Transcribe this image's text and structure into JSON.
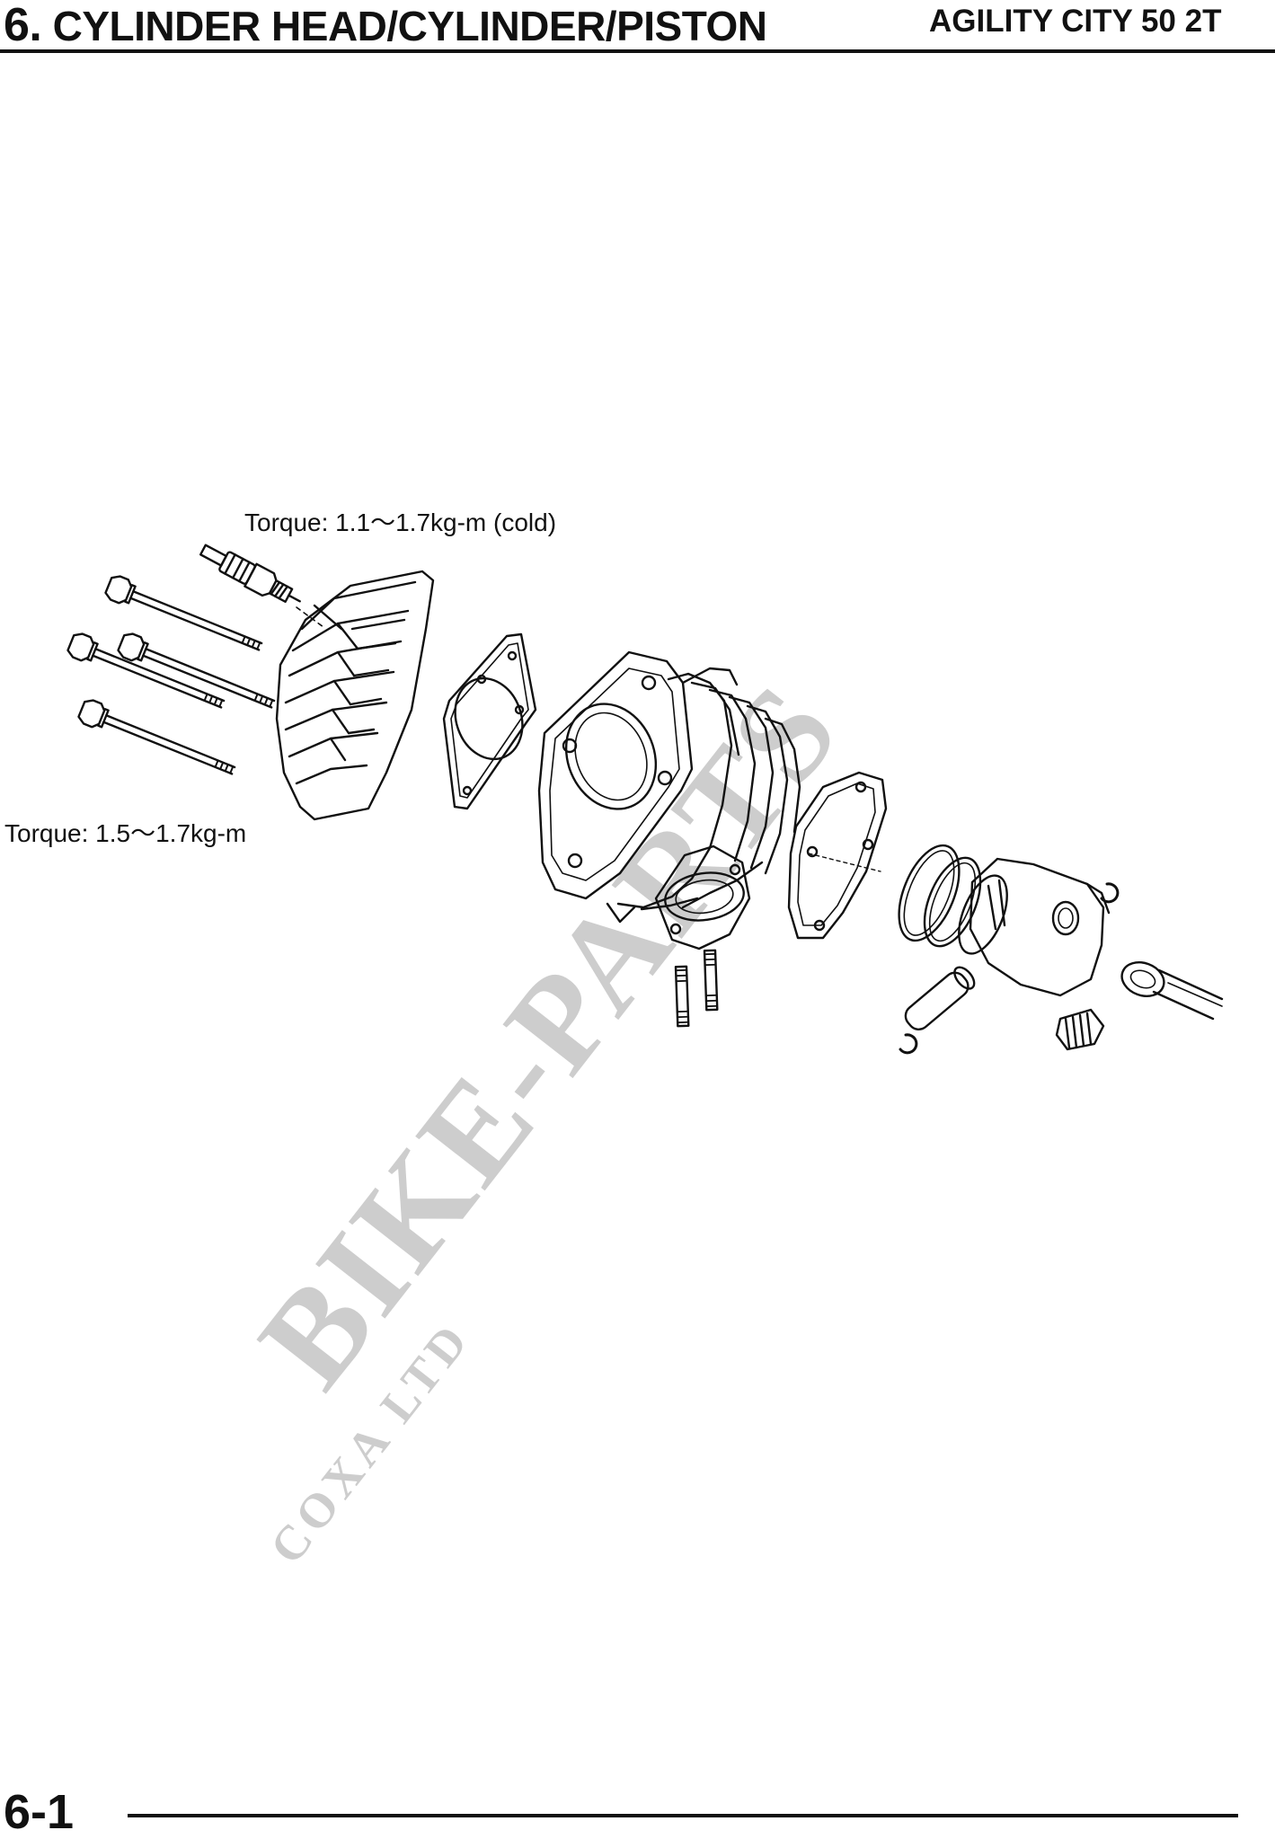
{
  "header": {
    "section_number": "6.",
    "section_title": "CYLINDER HEAD/CYLINDER/PISTON",
    "model": "AGILITY CITY 50 2T"
  },
  "annotations": {
    "spark_plug_torque": "Torque: 1.1～1.7kg-m (cold)",
    "head_bolt_torque": "Torque: 1.5～1.7kg-m"
  },
  "watermark": {
    "main": "BIKE-PARTS",
    "sub": "COXA LTD",
    "color": "#c8c8c8"
  },
  "footer": {
    "page_number": "6-1"
  },
  "colors": {
    "line": "#111111",
    "paper": "#ffffff"
  }
}
